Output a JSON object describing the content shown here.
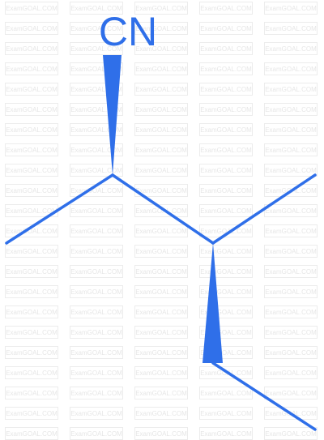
{
  "diagram": {
    "type": "skeletal-structure",
    "group_label": "CN",
    "bond_color": "#2f6fe9",
    "background_color": "#ffffff"
  },
  "watermark": {
    "text": "ExamGOAL.COM",
    "color": "#e6e6e6"
  }
}
